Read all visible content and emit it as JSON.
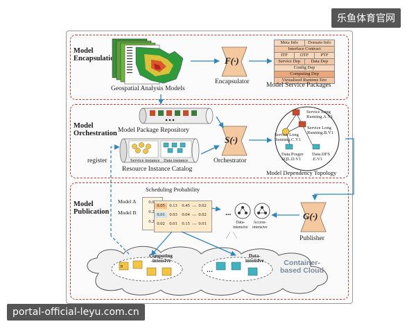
{
  "watermark_top": "乐鱼体育官网",
  "watermark_bottom": "portal-official-leyu.com.cn",
  "sections": {
    "encapsulation": {
      "title_line1": "Model",
      "title_line2": "Encapsulation"
    },
    "orchestration": {
      "title_line1": "Model",
      "title_line2": "Orchestration"
    },
    "publication": {
      "title_line1": "Model",
      "title_line2": "Publication"
    }
  },
  "labels": {
    "geospatial_models": "Geospatial Analysis Models",
    "encapsulator": "Encapsulator",
    "service_packages": "Model Service Packages",
    "package_repository": "Model Package Repository",
    "register": "register",
    "resource_catalog": "Resource Instance Catalog",
    "service_instance": "Service instance",
    "data_instance": "Data instance",
    "orchestrator": "Orchestrator",
    "dependency_topology": "Model Dependency Topology",
    "publisher": "Publisher",
    "scheduling_probability": "Scheduling Probability",
    "model_a": "Model A",
    "model_b": "Model B",
    "ellipsis_dots": "...",
    "cloud_line1": "Container-",
    "cloud_line2": "based Cloud"
  },
  "functions": {
    "f": "F(·)",
    "s": "S(·)",
    "g": "G(·)"
  },
  "package_rows": [
    [
      "Meta Info",
      "Domain Info"
    ],
    [
      "Interface Contract"
    ],
    [
      "ITF",
      "OTF",
      "PTF"
    ],
    [
      "Service Dep",
      "Data Dep"
    ],
    [
      "Config Dep"
    ],
    [
      "Computing Dep"
    ],
    [
      "Virtualized Runtime Env"
    ]
  ],
  "topology_nodes": {
    "a_line1": "Service Long",
    "a_line2": "Running.A.V1",
    "b_line1": "Service Long",
    "b_line2": "Running.B.V1",
    "c_line1": "Service Long",
    "c_line2": "Running.C.V1",
    "d_line1": "Data.Posgre",
    "d_line2": "SQL.D.V1",
    "e_line1": "Data.DFS",
    "e_line2": ".E.V1"
  },
  "scheduling_table": {
    "back_col": [
      "0.03",
      "0.25",
      "0.25"
    ],
    "rows": [
      [
        "0.05",
        "0.13",
        "0.45",
        "0.02"
      ],
      [
        "0.01",
        "0.03",
        "0.04",
        "0.02"
      ],
      [
        "0.02",
        "0.01",
        "0.15",
        "0.01"
      ]
    ]
  },
  "cloud_groups": {
    "computing_line1": "Computing",
    "computing_line2": "-intensive",
    "data_line1": "Data-",
    "data_line2": "intensive",
    "node_label": "N"
  },
  "publisher_icons": {
    "data_line1": "Data-",
    "data_line2": "intensive",
    "access_line1": "Access-",
    "access_line2": "intensive"
  },
  "colors": {
    "section_border": "#c0392b",
    "arrow": "#2e86c1",
    "package_fill": "#f3c6a3",
    "yellow_node": "#f4c542",
    "teal_node": "#3fb4c0"
  }
}
